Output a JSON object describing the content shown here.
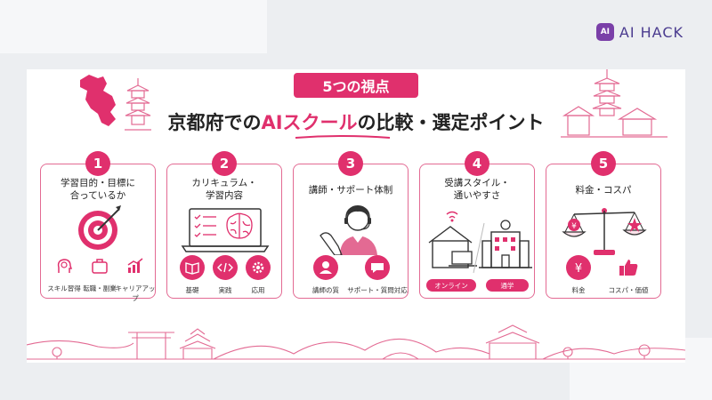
{
  "logo": {
    "badge": "AI",
    "text": "AI HACK"
  },
  "badge": "5つの視点",
  "headline": {
    "pre": "京都府での",
    "accent": "AIスクール",
    "post": "の比較・選定ポイント"
  },
  "colors": {
    "accent": "#e0306d",
    "brand": "#4a3b8f"
  },
  "cards": [
    {
      "num": "1",
      "title1": "学習目的・目標に",
      "title2": "合っているか",
      "subs": [
        "スキル習得",
        "転職・副業",
        "キャリアアップ"
      ]
    },
    {
      "num": "2",
      "title1": "カリキュラム・",
      "title2": "学習内容",
      "subs": [
        "基礎",
        "実践",
        "応用"
      ]
    },
    {
      "num": "3",
      "title1": "講師・サポート体制",
      "title2": "",
      "subs": [
        "講師の質",
        "サポート・質問対応"
      ]
    },
    {
      "num": "4",
      "title1": "受講スタイル・",
      "title2": "通いやすさ",
      "subs": [
        "オンライン",
        "通学"
      ]
    },
    {
      "num": "5",
      "title1": "料金・コスパ",
      "title2": "",
      "subs": [
        "料金",
        "コスパ・価値"
      ]
    }
  ]
}
